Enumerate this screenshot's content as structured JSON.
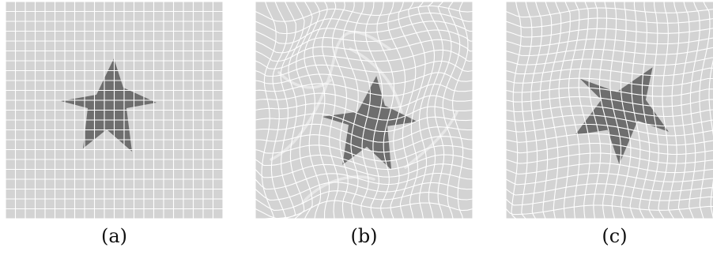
{
  "figure": {
    "colors": {
      "background": "#d3d3d3",
      "grid": "#ffffff",
      "star": "#6e6e6e"
    },
    "panels": [
      {
        "caption": "(a)"
      },
      {
        "caption": "(b)"
      },
      {
        "caption": "(c)"
      }
    ]
  }
}
